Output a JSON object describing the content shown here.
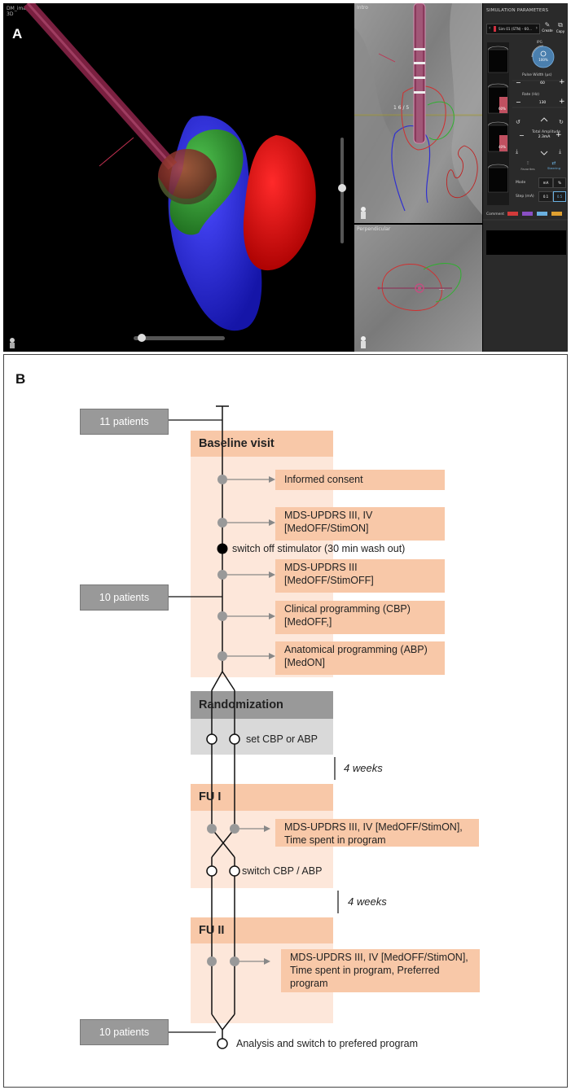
{
  "panel_a": {
    "label": "A",
    "view3d_title": "DM_images",
    "view3d_sub": "3D",
    "mri_top_title": "Intro",
    "mri_bot_title": "Perpendicular",
    "mri_top_marker": "1 6 / 5",
    "mri_bot_marker": "---",
    "sim": {
      "header": "SIMULATION PARAMETERS",
      "sim_name": "Sim 01 (STN) - 60...",
      "create": "Create",
      "copy": "Copy",
      "ipg": "IPG",
      "ipg_pct": "100%",
      "pulse_width_label": "Pulse Width (µs)",
      "pulse_width_val": "60",
      "rate_label": "Rate (Hz)",
      "rate_val": "130",
      "contact_a": "60%",
      "contact_b": "40%",
      "total_amp_label": "Total Amplitude",
      "total_amp_val": "2.3mA",
      "mode_label": "Mode",
      "mode_ma": "mA",
      "mode_pct": "%",
      "step_label": "Step (mA)",
      "step_a": "0.1",
      "step_b": "0.5",
      "tab_a": "Favorites",
      "tab_b": "Steering",
      "comment_label": "Comment",
      "comment_colors": [
        "#d23a3a",
        "#8a4fc4",
        "#6ab0e0",
        "#e0a030"
      ]
    }
  },
  "panel_b": {
    "label": "B",
    "patients_1": "11 patients",
    "patients_2": "10 patients",
    "patients_3": "10 patients",
    "baseline": "Baseline visit",
    "informed_consent": "Informed consent",
    "updrs_on_1": "MDS-UPDRS III, IV",
    "updrs_on_2": "[MedOFF/StimON]",
    "switch_off": "switch off stimulator (30 min wash out)",
    "updrs_off_1": "MDS-UPDRS III",
    "updrs_off_2": "[MedOFF/StimOFF]",
    "cbp_1": "Clinical programming (CBP)",
    "cbp_2": "[MedOFF,]",
    "abp_1": "Anatomical programming (ABP)",
    "abp_2": "[MedON]",
    "randomization": "Randomization",
    "set_prog": "set CBP or ABP",
    "weeks_1": "4 weeks",
    "fu1": "FU I",
    "fu1_step_1": "MDS-UPDRS III, IV [MedOFF/StimON],",
    "fu1_step_2": "Time spent in program",
    "switch_prog": "switch CBP / ABP",
    "weeks_2": "4 weeks",
    "fu2": "FU II",
    "fu2_step_1": "MDS-UPDRS III, IV [MedOFF/StimON],",
    "fu2_step_2": "Time spent in program, Preferred",
    "fu2_step_3": "program",
    "analysis": "Analysis and switch to prefered program"
  }
}
